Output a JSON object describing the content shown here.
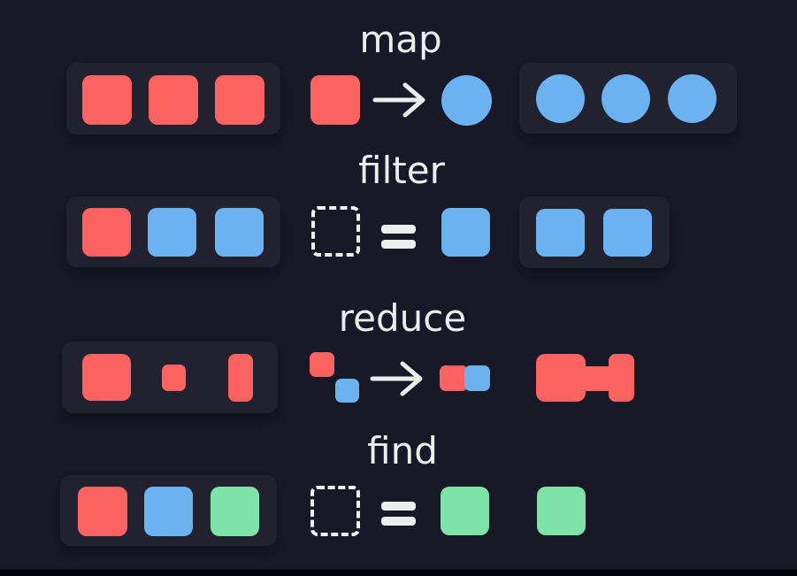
{
  "colors": {
    "bg": "#181826",
    "panel": "#212130",
    "red": "#fb6360",
    "blue": "#6ab2f0",
    "green": "#7de3a6",
    "fg": "#ededed"
  },
  "rows": [
    {
      "label": "map",
      "input_items": [
        "red-square",
        "red-square",
        "red-square"
      ],
      "operation": {
        "kind": "transform-arrow",
        "from": "red-square",
        "to": "blue-circle"
      },
      "output_items": [
        "blue-circle",
        "blue-circle",
        "blue-circle"
      ]
    },
    {
      "label": "filter",
      "input_items": [
        "red-square",
        "blue-square",
        "blue-square"
      ],
      "operation": {
        "kind": "predicate-equals",
        "placeholder": "dashed-square",
        "match": "blue-square"
      },
      "output_items": [
        "blue-square",
        "blue-square"
      ]
    },
    {
      "label": "reduce",
      "input_items": [
        "large-red-square",
        "small-red-square",
        "tall-red-rect"
      ],
      "operation": {
        "kind": "combine-arrow",
        "from": "red-square-plus-blue-square",
        "to": "merged-red-blue-pair"
      },
      "output_items": [
        "merged-red-shapes"
      ]
    },
    {
      "label": "find",
      "input_items": [
        "red-square",
        "blue-square",
        "green-square"
      ],
      "operation": {
        "kind": "predicate-equals",
        "placeholder": "dashed-square",
        "match": "green-square"
      },
      "output_items": [
        "green-square"
      ]
    }
  ]
}
